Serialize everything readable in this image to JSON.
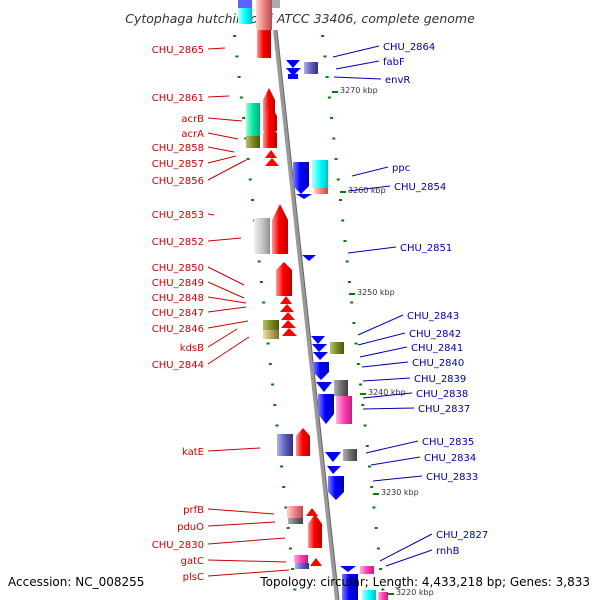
{
  "title": "Cytophaga hutchinsonii ATCC 33406, complete genome",
  "accession": "Accession: NC_008255",
  "summary": "Topology: circular; Length: 4,433,218 bp; Genes: 3,833",
  "colors": {
    "forward": "#ff0000",
    "reverse": "#0000ff",
    "backbone": "#888888",
    "left_label": "#cc0000",
    "right_label": "#0000aa",
    "tick": "#008000"
  },
  "scale_labels": [
    "3270 kbp",
    "3260 kbp",
    "3250 kbp",
    "3240 kbp",
    "3230 kbp",
    "3220 kbp"
  ],
  "left_labels": [
    "CHU_2865",
    "CHU_2861",
    "acrB",
    "acrA",
    "CHU_2858",
    "CHU_2857",
    "CHU_2856",
    "CHU_2853",
    "CHU_2852",
    "CHU_2850",
    "CHU_2849",
    "CHU_2848",
    "CHU_2847",
    "CHU_2846",
    "kdsB",
    "CHU_2844",
    "katE",
    "prfB",
    "pduO",
    "CHU_2830",
    "gatC",
    "plsC"
  ],
  "right_labels": [
    "CHU_2864",
    "fabF",
    "envR",
    "ppc",
    "CHU_2854",
    "CHU_2851",
    "CHU_2843",
    "CHU_2842",
    "CHU_2841",
    "CHU_2840",
    "CHU_2839",
    "CHU_2838",
    "CHU_2837",
    "CHU_2835",
    "CHU_2834",
    "CHU_2833",
    "CHU_2827",
    "rnhB"
  ]
}
